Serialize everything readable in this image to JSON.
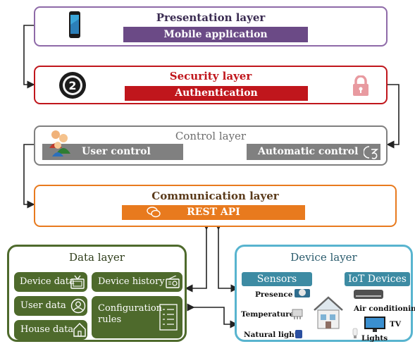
{
  "presentation": {
    "title": "Presentation layer",
    "bar": "Mobile application"
  },
  "security": {
    "title": "Security layer",
    "bar": "Authentication"
  },
  "control": {
    "title": "Control layer",
    "user": "User control",
    "automatic": "Automatic control"
  },
  "communication": {
    "title": "Communication layer",
    "bar": "REST API"
  },
  "data_layer": {
    "title": "Data layer",
    "device_data": "Device data",
    "device_history": "Device history",
    "user_data": "User data",
    "configuration_rules": "Configuration rules",
    "house_data": "House data"
  },
  "device_layer": {
    "title": "Device layer",
    "sensors": "Sensors",
    "iot": "IoT Devices",
    "presence": "Presence",
    "temperature": "Temperature",
    "natural_light": "Natural light",
    "air_conditioning": "Air conditioning",
    "tv": "TV",
    "lights": "Lights"
  },
  "colors": {
    "presentation": "#8e6aa8",
    "presentation_bar": "#6b4a86",
    "security": "#c0161c",
    "control": "#7f7f7f",
    "communication": "#e87a1e",
    "data": "#4e6a2c",
    "device": "#58b4cf"
  },
  "icons": [
    "smartphone-icon",
    "two-factor-icon",
    "padlock-icon",
    "users-icon",
    "automation-icon",
    "chat-icon",
    "tv-icon",
    "user-icon",
    "radio-icon",
    "house-icon",
    "checklist-icon"
  ]
}
